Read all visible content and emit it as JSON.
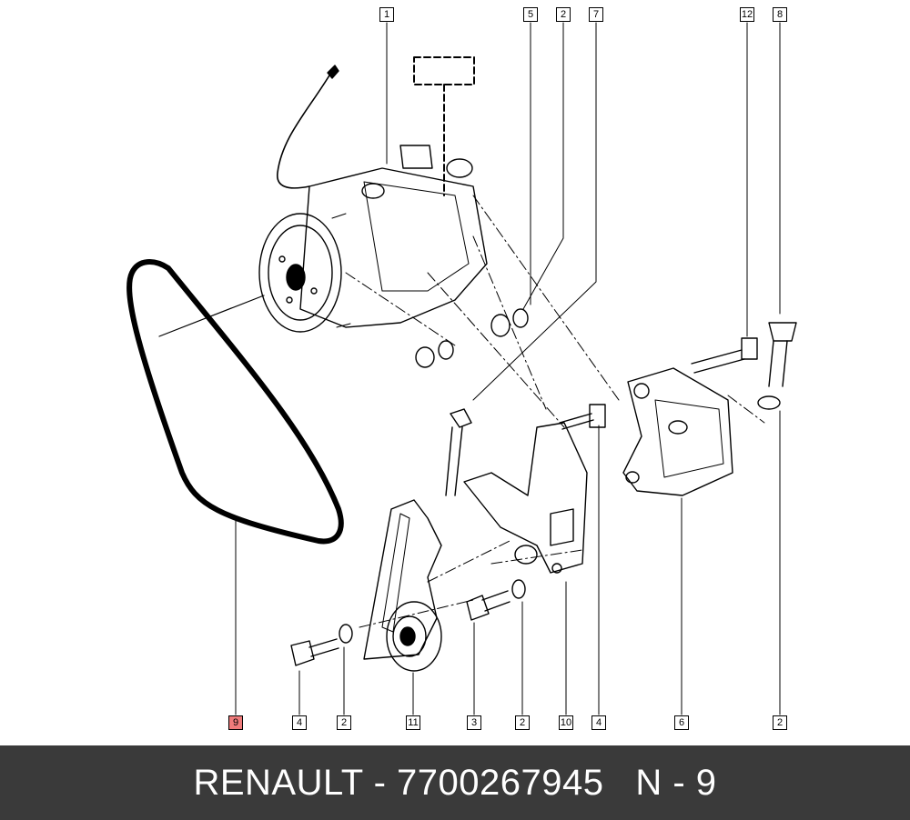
{
  "callouts": {
    "top": [
      "1",
      "5",
      "2",
      "7",
      "12",
      "8"
    ],
    "bottom": [
      "9",
      "4",
      "2",
      "11",
      "3",
      "2",
      "10",
      "4",
      "6",
      "2"
    ]
  },
  "highlight_color": "#ef7b7b",
  "footer": {
    "text": "RENAULT - 7700267945   N - 9",
    "background": "#3a3a3a"
  }
}
